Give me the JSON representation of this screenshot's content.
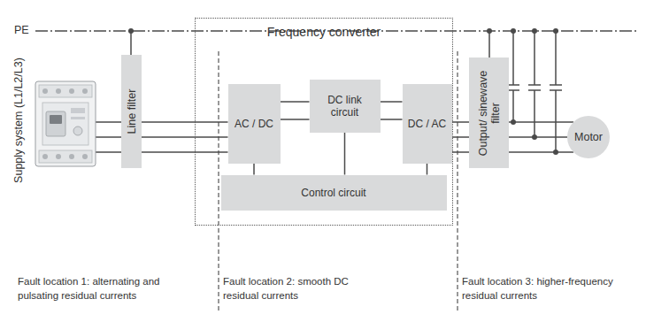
{
  "diagram": {
    "nodes": [
      {
        "text": [
          "Line filter"
        ]
      },
      {
        "text": [
          "Frequency converter"
        ]
      },
      {
        "text": [
          "AC / DC"
        ],
        "in": 1
      },
      {
        "text": [
          "DC link circuit"
        ],
        "in": 1
      },
      {
        "text": [
          "DC / AC"
        ],
        "in": 1
      },
      {
        "text": [
          "Control circuit"
        ],
        "in": 1
      },
      {
        "text": [
          "Output/ sinewave filter"
        ]
      },
      {
        "text": [
          "Motor"
        ]
      }
    ],
    "edges": [
      {
        "from": 0,
        "to": 2,
        "arrow": "none"
      },
      {
        "from": 2,
        "to": 3,
        "arrow": "none"
      },
      {
        "from": 3,
        "to": 4,
        "arrow": "none"
      },
      {
        "from": 4,
        "to": 6,
        "arrow": "none"
      },
      {
        "from": 6,
        "to": 7,
        "arrow": "none"
      },
      {
        "from": 2,
        "to": 5,
        "arrow": "none"
      },
      {
        "from": 3,
        "to": 5,
        "arrow": "none"
      },
      {
        "from": 4,
        "to": 5,
        "arrow": "none"
      }
    ],
    "labels": [
      "PE",
      "Supply system (L1/L2/L3)",
      "Fault location 1: alternating and pulsating residual currents",
      "Fault location 2: smooth DC residual currents",
      "Fault location 3: higher-frequency residual currents"
    ]
  }
}
